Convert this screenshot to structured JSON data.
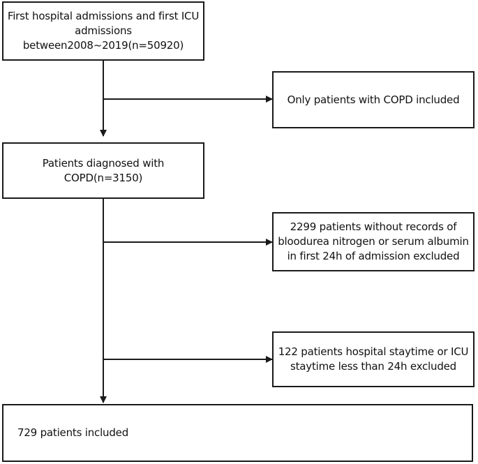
{
  "boxes": {
    "start": {
      "lines": [
        "First hospital admissions and first ICU",
        "admissions",
        "between2008~2019(n=50920)"
      ]
    },
    "exclude1": {
      "lines": [
        "Only patients with COPD  included"
      ]
    },
    "copd": {
      "lines": [
        "Patients diagnosed with",
        "COPD(n=3150)"
      ]
    },
    "exclude2": {
      "lines": [
        "2299 patients without records of",
        "bloodurea nitrogen or serum albumin",
        "in first 24h of admission excluded"
      ]
    },
    "exclude3": {
      "lines": [
        "122 patients hospital staytime or ICU",
        "staytime less than 24h excluded"
      ]
    },
    "final": {
      "lines": [
        "729 patients included"
      ]
    }
  }
}
